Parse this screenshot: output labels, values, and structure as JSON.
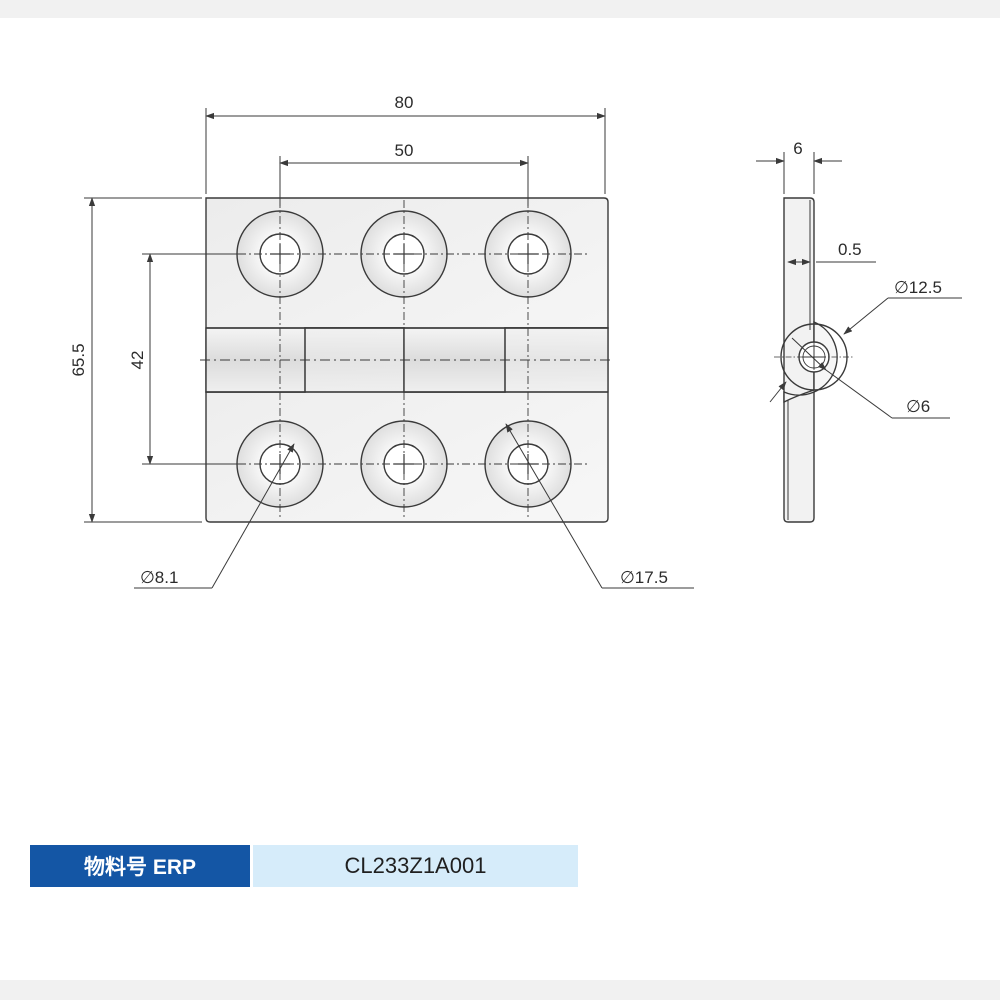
{
  "drawing": {
    "front_view": {
      "overall_width": "80",
      "hole_spacing": "50",
      "overall_height": "65.5",
      "hole_row_spacing": "42",
      "hole_diameter": "∅8.1",
      "countersink_diameter": "∅17.5"
    },
    "side_view": {
      "thickness": "6",
      "offset": "0.5",
      "knuckle_diameter": "∅12.5",
      "pin_diameter": "∅6"
    }
  },
  "erp": {
    "label": "物料号 ERP",
    "value": "CL233Z1A001"
  },
  "colors": {
    "erp_label_bg": "#1456a5",
    "erp_value_bg": "#d6ecfa",
    "line": "#3a3a3a"
  }
}
